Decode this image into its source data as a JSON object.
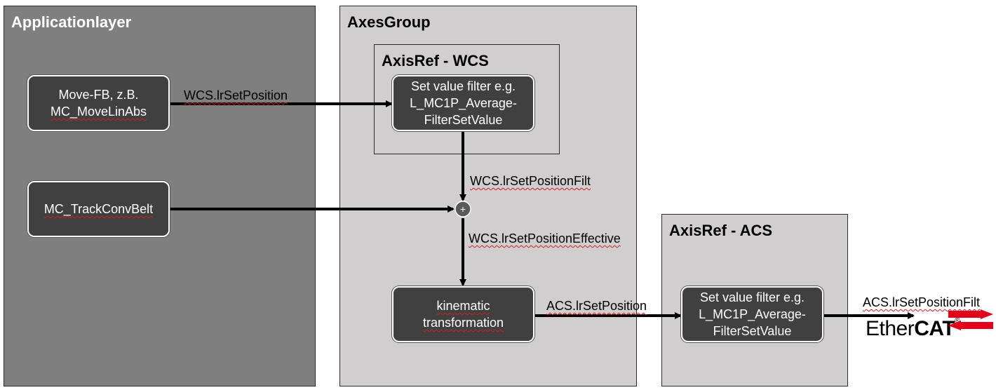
{
  "panels": {
    "application": "Applicationlayer",
    "axes_group": "AxesGroup",
    "axisref_wcs": "AxisRef - WCS",
    "axisref_acs": "AxisRef - ACS"
  },
  "nodes": {
    "move_fb": [
      "Move-FB, z.B.",
      "MC_MoveLinAbs"
    ],
    "track_conv_belt": "MC_TrackConvBelt",
    "filter_wcs": [
      "Set value filter e.g.",
      "L_MC1P_Average-",
      "FilterSetValue"
    ],
    "kinematic": [
      "kinematic",
      "transformation"
    ],
    "filter_acs": [
      "Set value filter e.g.",
      "L_MC1P_Average-",
      "FilterSetValue"
    ]
  },
  "edges": {
    "wcs_set_position": "WCS.lrSetPosition",
    "wcs_set_position_filt": "WCS.lrSetPositionFilt",
    "wcs_set_position_effective": "WCS.lrSetPositionEffective",
    "acs_set_position": "ACS.lrSetPosition",
    "acs_set_position_filt": "ACS.lrSetPositionFilt"
  },
  "junction_symbol": "+",
  "logo": {
    "part1": "Ether",
    "part2": "CAT",
    "mark": "®",
    "accent": "#e2001a"
  }
}
